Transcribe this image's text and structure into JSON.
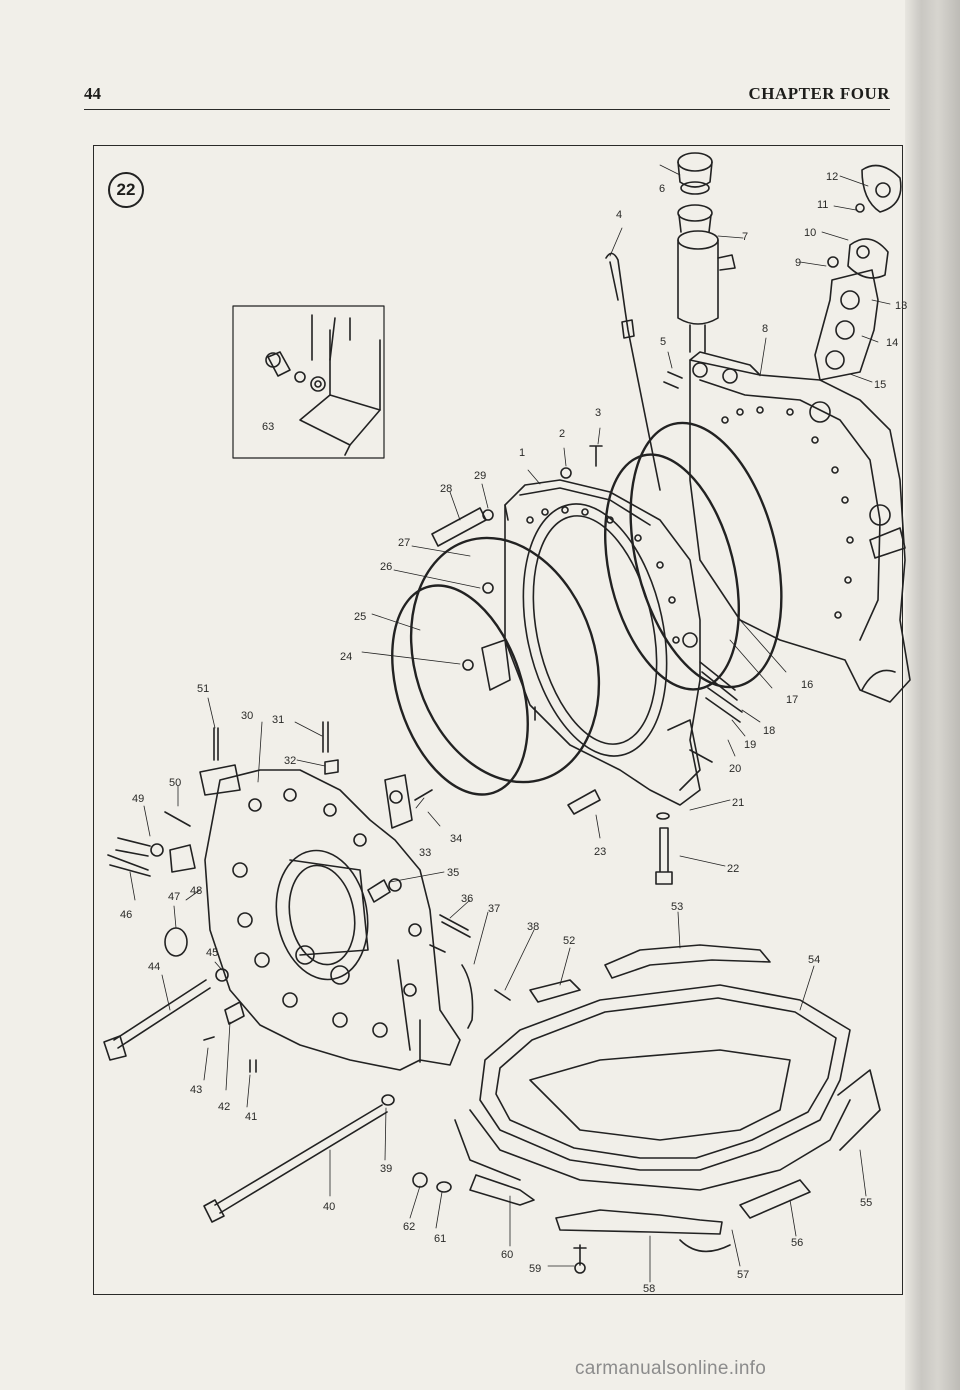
{
  "header": {
    "page_number": "44",
    "chapter_title": "CHAPTER FOUR"
  },
  "figure": {
    "number": "22",
    "callouts": [
      "1",
      "2",
      "3",
      "4",
      "5",
      "6",
      "7",
      "8",
      "9",
      "10",
      "11",
      "12",
      "13",
      "14",
      "15",
      "16",
      "17",
      "18",
      "19",
      "20",
      "21",
      "22",
      "23",
      "24",
      "25",
      "26",
      "27",
      "28",
      "29",
      "30",
      "31",
      "32",
      "33",
      "34",
      "35",
      "36",
      "37",
      "38",
      "39",
      "40",
      "41",
      "42",
      "43",
      "44",
      "45",
      "46",
      "47",
      "48",
      "49",
      "50",
      "51",
      "52",
      "53",
      "54",
      "55",
      "56",
      "57",
      "58",
      "59",
      "60",
      "61",
      "62",
      "63"
    ]
  },
  "footer": {
    "watermark": "carmanualsonline.info"
  }
}
